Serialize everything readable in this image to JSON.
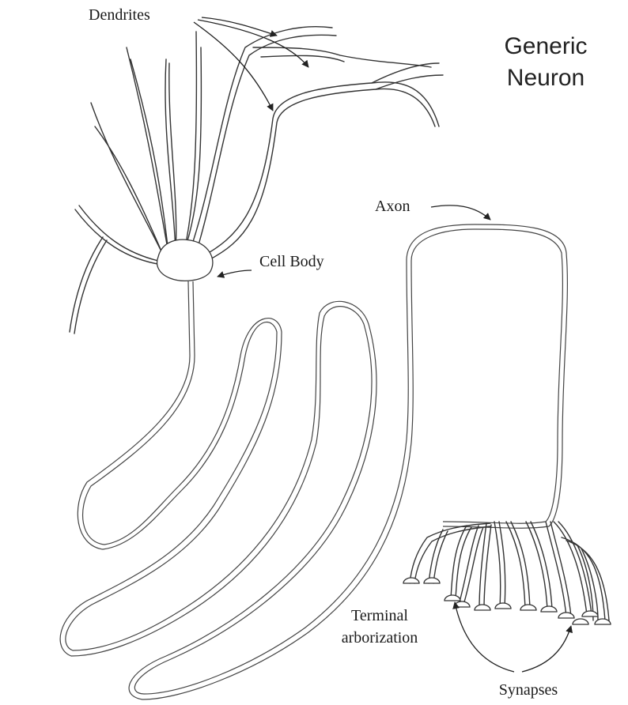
{
  "title": {
    "line1": "Generic",
    "line2": "Neuron"
  },
  "labels": {
    "dendrites": "Dendrites",
    "cell_body": "Cell Body",
    "axon": "Axon",
    "terminal_line1": "Terminal",
    "terminal_line2": "arborization",
    "synapses": "Synapses"
  },
  "colors": {
    "line": "#333333",
    "background": "#ffffff"
  }
}
